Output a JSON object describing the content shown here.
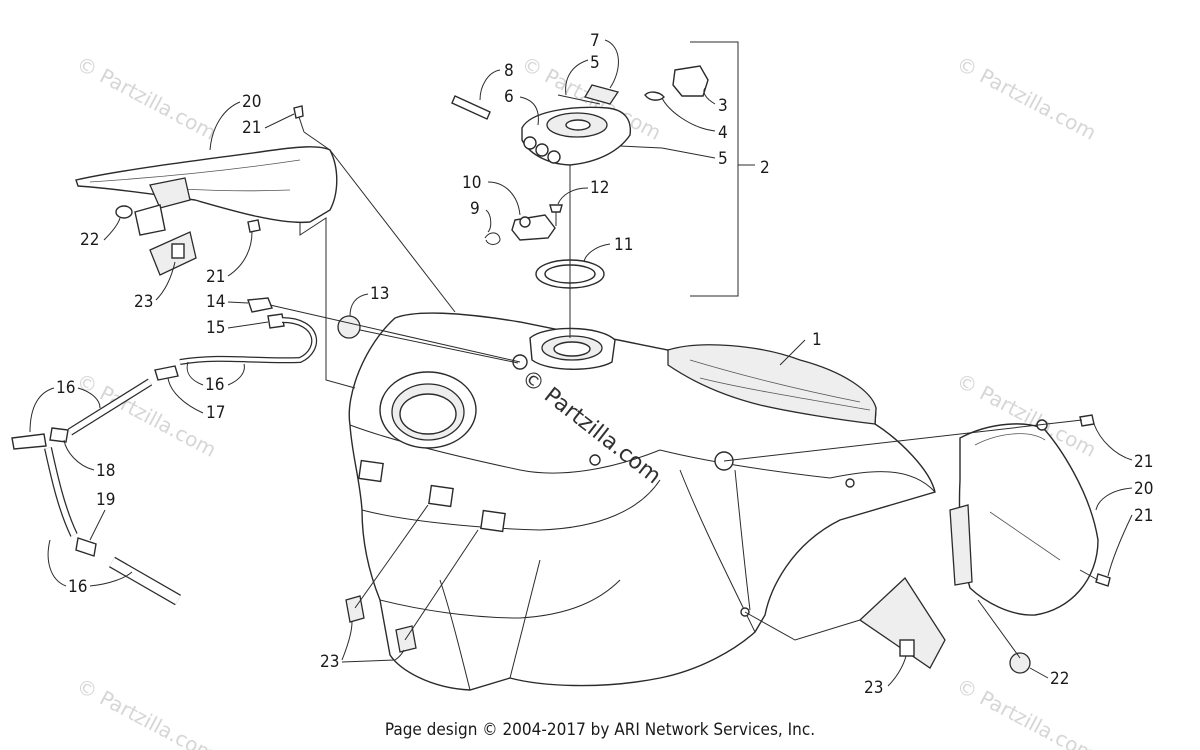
{
  "watermark": {
    "text": "© Partzilla.com",
    "center_text": "© Partzilla.com",
    "color": "#d6d6d6"
  },
  "callouts": {
    "c1": "1",
    "c2": "2",
    "c3": "3",
    "c4": "4",
    "c5a": "5",
    "c5b": "5",
    "c6": "6",
    "c7": "7",
    "c8": "8",
    "c9": "9",
    "c10": "10",
    "c11": "11",
    "c12": "12",
    "c13": "13",
    "c14": "14",
    "c15": "15",
    "c16a": "16",
    "c16b": "16",
    "c16c": "16",
    "c17": "17",
    "c18": "18",
    "c19": "19",
    "c20a": "20",
    "c20b": "20",
    "c21a": "21",
    "c21b": "21",
    "c21c": "21",
    "c21d": "21",
    "c22a": "22",
    "c22b": "22",
    "c23a": "23",
    "c23b": "23",
    "c23c": "23"
  },
  "footer": {
    "text": "Page design © 2004-2017 by ARI Network Services, Inc."
  }
}
